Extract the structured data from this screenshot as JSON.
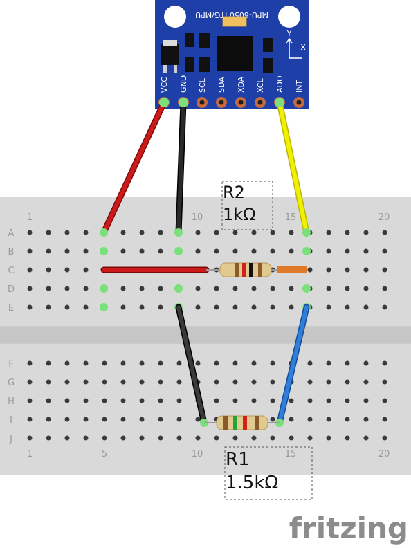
{
  "module": {
    "title": "MPU-6050 ITG/MPU",
    "pins": [
      "VCC",
      "GND",
      "SCL",
      "SDA",
      "XDA",
      "XCL",
      "ADO",
      "INT"
    ],
    "axis_y": "Y",
    "axis_x": "X"
  },
  "breadboard": {
    "rows_top": [
      "A",
      "B",
      "C",
      "D",
      "E"
    ],
    "rows_bottom": [
      "F",
      "G",
      "H",
      "I",
      "J"
    ],
    "column_labels_top": [
      "1",
      "10",
      "15",
      "20"
    ],
    "column_labels_bottom": [
      "1",
      "5",
      "10",
      "15",
      "20"
    ]
  },
  "resistors": [
    {
      "name": "R2",
      "value": "1kΩ"
    },
    {
      "name": "R1",
      "value": "1.5kΩ"
    }
  ],
  "wires": [
    {
      "name": "vcc-wire",
      "color": "#cc1a1a"
    },
    {
      "name": "gnd-wire",
      "color": "#2a2a2a"
    },
    {
      "name": "ado-wire",
      "color": "#f0f000"
    },
    {
      "name": "bridge-wire",
      "color": "#cc1a1a"
    },
    {
      "name": "ground-return-wire",
      "color": "#3a3a3a"
    },
    {
      "name": "signal-return-wire",
      "color": "#2f7fd8"
    }
  ],
  "brand": "fritzing",
  "colors": {
    "board": "#1f3fa8",
    "breadboard": "#d9d9d9",
    "highlight": "#7be07b"
  }
}
